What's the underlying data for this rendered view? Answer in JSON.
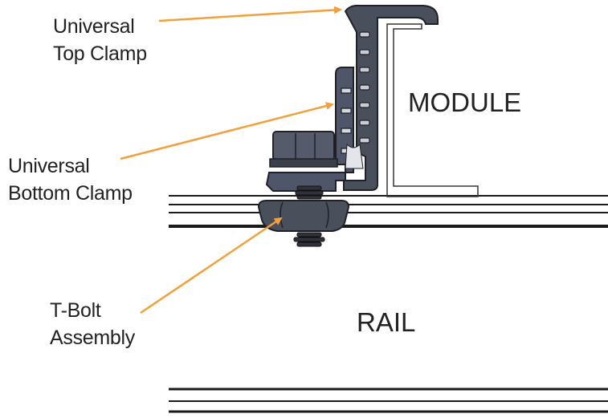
{
  "labels": {
    "top_clamp": {
      "line1": "Universal",
      "line2": "Top Clamp"
    },
    "bottom_clamp": {
      "line1": "Universal",
      "line2": "Bottom Clamp"
    },
    "tbolt": {
      "line1": "T-Bolt",
      "line2": "Assembly"
    },
    "module": "MODULE",
    "rail": "RAIL"
  },
  "colors": {
    "leader_arrow": "#f2a03c",
    "clamp_body": "#4a4f5c",
    "clamp_outline": "#1f2126",
    "rail_line": "#1a1a1a",
    "text": "#222222"
  }
}
